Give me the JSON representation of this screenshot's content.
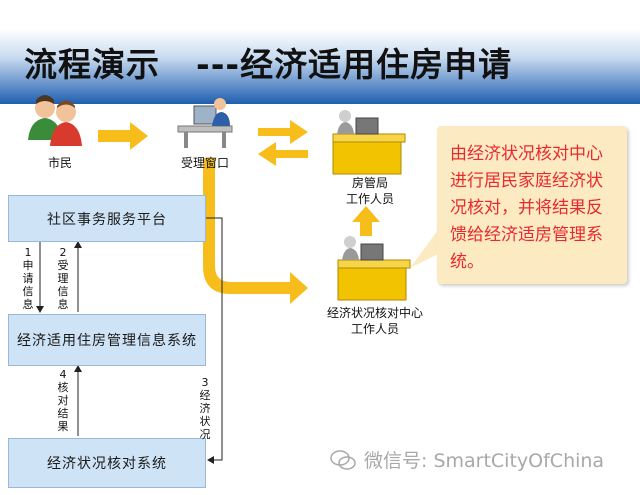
{
  "title": {
    "main": "流程演示",
    "sub": "---经济适用住房申请"
  },
  "actors": {
    "citizen": "市民",
    "window": "受理窗口",
    "housing_bureau": [
      "房管局",
      "工作人员"
    ],
    "check_center": [
      "经济状况核对中心",
      "工作人员"
    ]
  },
  "systems": {
    "community_platform": "社区事务服务平台",
    "housing_info_system": "经济适用住房管理信息系统",
    "economic_check_system": "经济状况核对系统"
  },
  "flow_labels": {
    "step1": [
      "1",
      "申",
      "请",
      "信",
      "息"
    ],
    "step2": [
      "2",
      "受",
      "理",
      "信",
      "息"
    ],
    "step3": [
      "3",
      "经",
      "济",
      "状",
      "况"
    ],
    "step4": [
      "4",
      "核",
      "对",
      "结",
      "果"
    ]
  },
  "callout": {
    "lines": [
      "由经济状况核对中心",
      "进行居民家庭经济状",
      "况核对，并将结果反",
      "馈给经济适房管理系统。"
    ]
  },
  "watermark": {
    "text": "微信号: SmartCityOfChina"
  },
  "colors": {
    "arrow_yellow": "#f7bd1a",
    "callout_bg": "#fcebc2",
    "callout_text": "#e8292e",
    "box_fill": "#cfe3f6",
    "title_blue": "#1f5fb0"
  }
}
